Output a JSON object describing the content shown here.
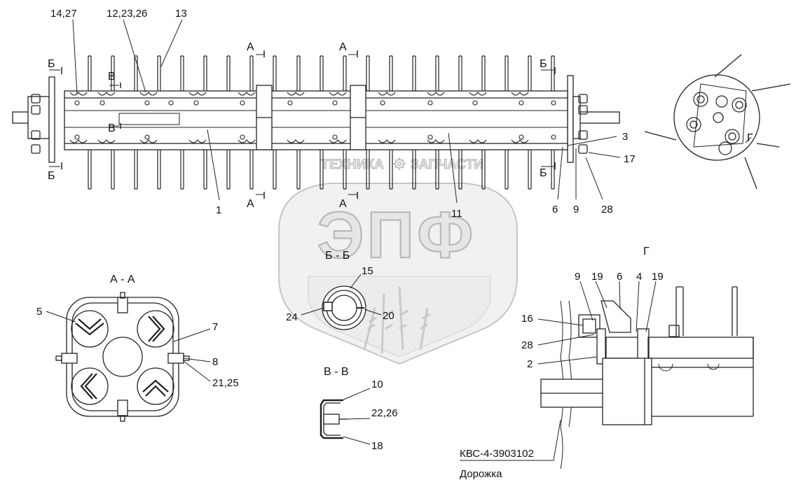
{
  "callouts": {
    "c14_27": "14,27",
    "c12_23_26": "12,23,26",
    "c13": "13",
    "c1": "1",
    "c11": "11",
    "c6": "6",
    "c9": "9",
    "c28": "28",
    "c3": "3",
    "c17": "17",
    "c5": "5",
    "c7": "7",
    "c8": "8",
    "c21_25": "21,25",
    "c15": "15",
    "c24": "24",
    "c20": "20",
    "c10": "10",
    "c22_26": "22,26",
    "c18": "18",
    "g9": "9",
    "g19a": "19",
    "g6": "6",
    "g4": "4",
    "g19b": "19",
    "g16": "16",
    "g28": "28",
    "g2": "2"
  },
  "section_marks": {
    "a": "А",
    "b": "Б",
    "v": "В",
    "g": "Г"
  },
  "section_titles": {
    "aa": "А - А",
    "bb": "Б - Б",
    "vv": "В - В",
    "g": "Г"
  },
  "reference": {
    "code": "КВС-4-3903102",
    "name": "Дорожка"
  },
  "watermark": {
    "big": "ЭПФ",
    "left": "ТЕХНИКА",
    "right": "ЗАПЧАСТИ"
  },
  "colors": {
    "line": "#222222",
    "watermark": "#e3e3e3",
    "watermark_stroke": "#bcbcbc"
  }
}
